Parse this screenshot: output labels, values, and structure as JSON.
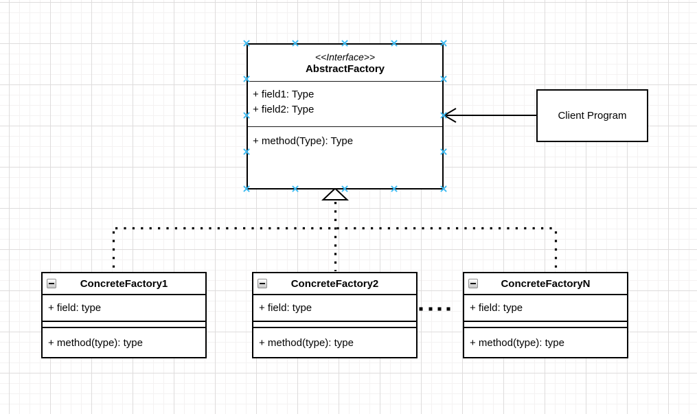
{
  "diagram": {
    "interface_class": {
      "stereotype": "<<Interface>>",
      "name": "AbstractFactory",
      "fields": [
        "+ field1: Type",
        "+ field2: Type"
      ],
      "method": "+ method(Type): Type"
    },
    "client_box": {
      "label": "Client Program"
    },
    "concrete_classes": [
      {
        "name": "ConcreteFactory1",
        "field": "+ field: type",
        "method": "+ method(type): type"
      },
      {
        "name": "ConcreteFactory2",
        "field": "+ field: type",
        "method": "+ method(type): type"
      },
      {
        "name": "ConcreteFactoryN",
        "field": "+ field: type",
        "method": "+ method(type): type"
      }
    ],
    "colors": {
      "selection_handle": "#3db9f0",
      "shape_stroke": "#000000",
      "shape_fill": "#ffffff",
      "grid_minor": "#f4f2f2",
      "grid_major": "#dedcdc"
    }
  }
}
